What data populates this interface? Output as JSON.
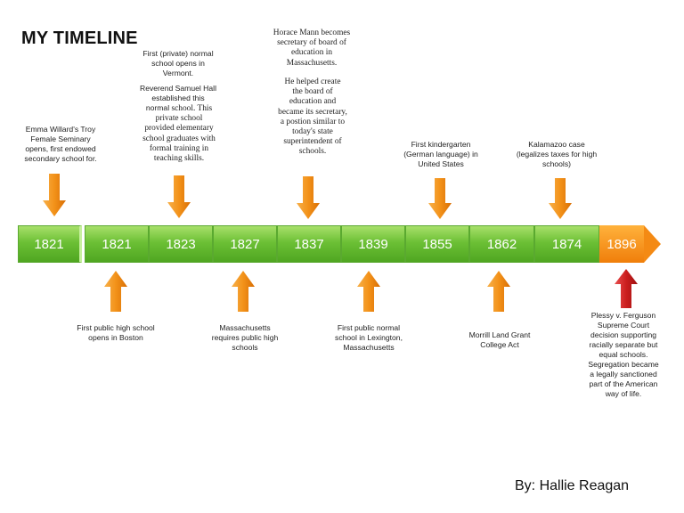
{
  "title": "MY TIMELINE",
  "author": "By: Hallie Reagan",
  "colors": {
    "bar_green": "#6cc035",
    "bar_orange": "#f28a14",
    "arrow_orange": "#f39219",
    "arrow_red": "#cc1f1f"
  },
  "years": [
    "1821",
    "1821",
    "1823",
    "1827",
    "1837",
    "1839",
    "1855",
    "1862",
    "1874",
    "1896"
  ],
  "events_top": {
    "e1821": [
      "Emma Willard's Troy",
      "Female Seminary",
      "opens, first endowed",
      "secondary school for."
    ],
    "e1823_a": [
      "First (private) normal",
      "school opens in",
      "Vermont."
    ],
    "e1823_b": [
      "Reverend Samuel Hall",
      "established this"
    ],
    "e1823_c": [
      "normal",
      "school. This",
      "private school",
      "provided elementary",
      "school graduates with",
      "formal training in",
      "teaching skills."
    ],
    "e1837_a": [
      "Horace Mann becomes",
      "secretary of board of",
      "education in",
      "Massachusetts."
    ],
    "e1837_b": [
      "He helped create",
      "the board of",
      "education and",
      "became its secretary,",
      "a postion similar to",
      "today's  state",
      "superintendent of",
      "schools."
    ],
    "e1855": [
      "First kindergarten",
      "(German language) in",
      "United States"
    ],
    "e1874": [
      "Kalamazoo case",
      "(legalizes taxes for high",
      "schools)"
    ]
  },
  "events_bottom": {
    "e1821": [
      "First public high school",
      "opens in Boston"
    ],
    "e1827": [
      "Massachusetts",
      "requires public high",
      "schools"
    ],
    "e1839": [
      "First public normal",
      "school in Lexington,",
      "Massachusetts"
    ],
    "e1862": [
      "Morrill Land Grant",
      "College Act"
    ],
    "e1896": [
      "Plessy v. Ferguson",
      "Supreme Court",
      "decision supporting",
      "racially separate but",
      "equal schools.",
      "Segregation became",
      "a legally sanctioned",
      "part of the American",
      "way of life."
    ]
  }
}
